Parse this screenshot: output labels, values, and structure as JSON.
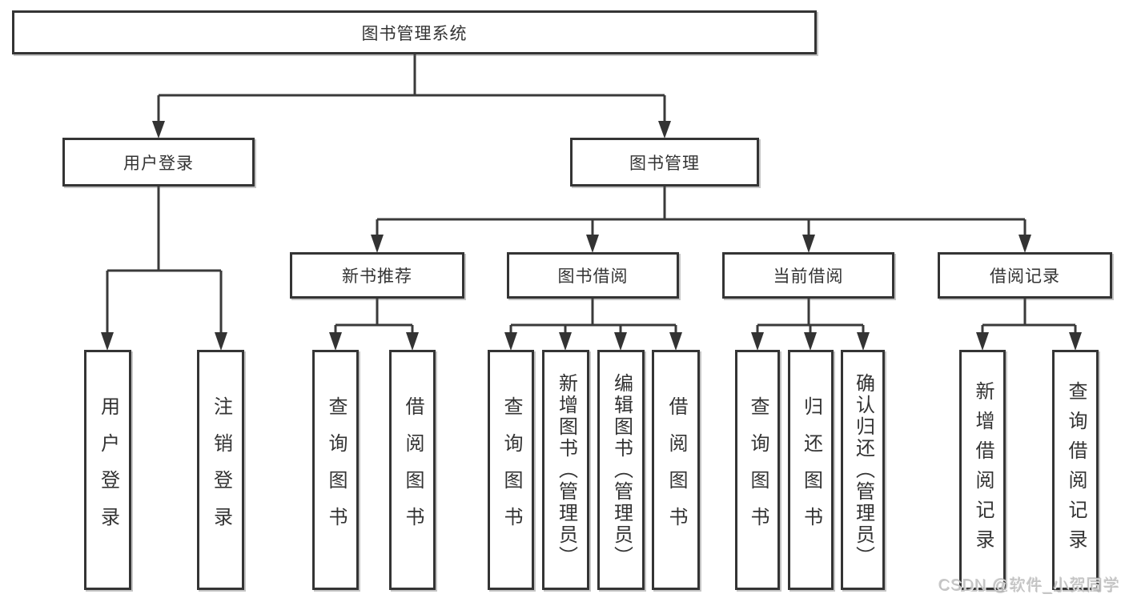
{
  "diagram_title": "图书管理系统",
  "colors": {
    "line": "#3a3a3a",
    "border": "#343434",
    "text": "#333333",
    "background": "#ffffff",
    "watermark": "#c3c3c3"
  },
  "tree": {
    "root": {
      "label": "图书管理系统"
    },
    "branches": [
      {
        "label": "用户登录",
        "children": [
          {
            "label": "用户登录"
          },
          {
            "label": "注销登录"
          }
        ]
      },
      {
        "label": "图书管理",
        "children": [
          {
            "label": "新书推荐",
            "children": [
              {
                "label": "查询图书"
              },
              {
                "label": "借阅图书"
              }
            ]
          },
          {
            "label": "图书借阅",
            "children": [
              {
                "label": "查询图书"
              },
              {
                "label": "新增图书（管理员）"
              },
              {
                "label": "编辑图书（管理员）"
              },
              {
                "label": "借阅图书"
              }
            ]
          },
          {
            "label": "当前借阅",
            "children": [
              {
                "label": "查询图书"
              },
              {
                "label": "归还图书"
              },
              {
                "label": "确认归还（管理员）"
              }
            ]
          },
          {
            "label": "借阅记录",
            "children": [
              {
                "label": "新增借阅记录"
              },
              {
                "label": "查询借阅记录"
              }
            ]
          }
        ]
      }
    ]
  },
  "watermark": "CSDN @软件_小贺同学"
}
